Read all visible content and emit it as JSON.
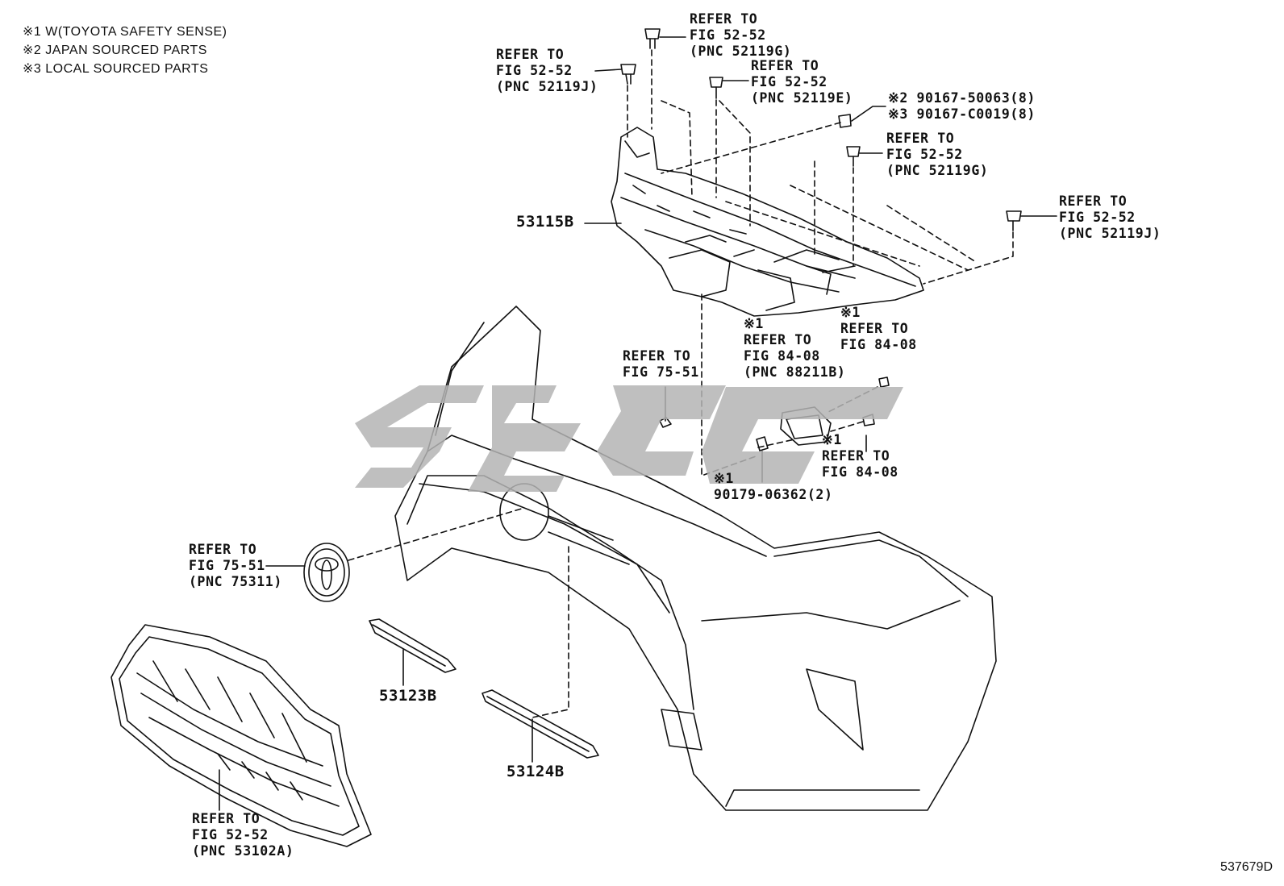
{
  "legend": [
    "※1 W(TOYOTA SAFETY SENSE)",
    "※2 JAPAN SOURCED PARTS",
    "※3 LOCAL SOURCED PARTS"
  ],
  "callouts": {
    "c1": [
      "REFER TO",
      "FIG 52-52",
      "(PNC 52119G)"
    ],
    "c2": [
      "REFER TO",
      "FIG 52-52",
      "(PNC 52119J)"
    ],
    "c3": [
      "REFER TO",
      "FIG 52-52",
      "(PNC 52119E)"
    ],
    "c4": [
      "※2 90167-50063(8)",
      "※3 90167-C0019(8)"
    ],
    "c5": [
      "REFER TO",
      "FIG 52-52",
      "(PNC 52119G)"
    ],
    "c6": [
      "REFER TO",
      "FIG 52-52",
      "(PNC 52119J)"
    ],
    "c7": [
      "REFER TO",
      "FIG 75-51"
    ],
    "c8": [
      "※1",
      "REFER TO",
      "FIG 84-08",
      "(PNC 88211B)"
    ],
    "c9": [
      "※1",
      "REFER TO",
      "FIG 84-08"
    ],
    "c10": [
      "※1",
      "REFER TO",
      "FIG 84-08"
    ],
    "c11": [
      "※1",
      "90179-06362(2)"
    ],
    "c12": [
      "REFER TO",
      "FIG 75-51",
      "(PNC 75311)"
    ],
    "c13": [
      "REFER TO",
      "FIG 52-52",
      "(PNC 53102A)"
    ]
  },
  "part_numbers": {
    "cover": "53115B",
    "molding_upper": "53123B",
    "molding_lower": "53124B"
  },
  "drawing_number": "537679D",
  "colors": {
    "line": "#111111",
    "watermark": "#b4b4b4"
  }
}
